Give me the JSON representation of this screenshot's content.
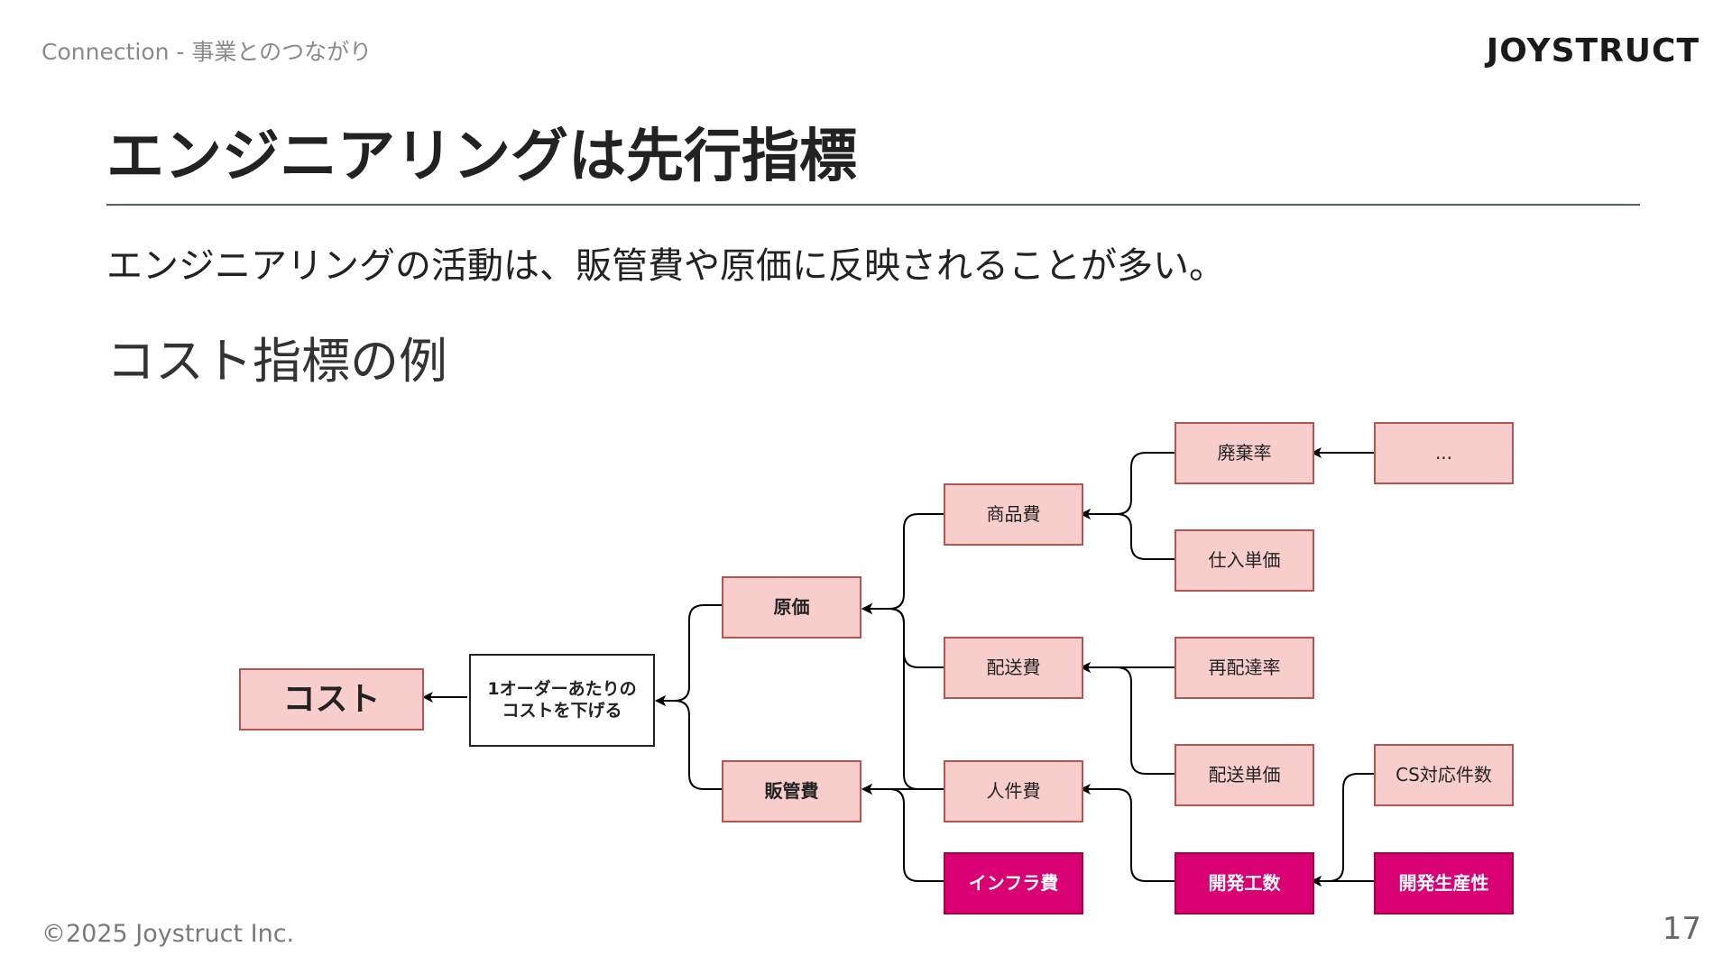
{
  "header": {
    "breadcrumb": "Connection - 事業とのつながり",
    "logo_text": "JOYSTRUCT"
  },
  "title": "エンジニアリングは先行指標",
  "lead": "エンジニアリングの活動は、販管費や原価に反映されることが多い。",
  "section_heading": "コスト指標の例",
  "diagram": {
    "nodes": {
      "cost": "コスト",
      "per_order": "1オーダーあたりの\nコストを下げる",
      "cogs": "原価",
      "sga": "販管費",
      "goods": "商品費",
      "delivery": "配送費",
      "personnel": "人件費",
      "infra": "インフラ費",
      "waste_rate": "廃棄率",
      "purchase_price": "仕入単価",
      "redelivery_rate": "再配達率",
      "delivery_unit_price": "配送単価",
      "dev_effort": "開発工数",
      "ellipsis": "...",
      "cs_cases": "CS対応件数",
      "dev_productivity": "開発生産性"
    },
    "colors": {
      "light_fill": "#f8cecc",
      "light_stroke": "#b85450",
      "accent_fill": "#d80073",
      "accent_stroke": "#a50040"
    }
  },
  "footer": {
    "copyright": "©2025 Joystruct Inc.",
    "page_number": "17"
  }
}
